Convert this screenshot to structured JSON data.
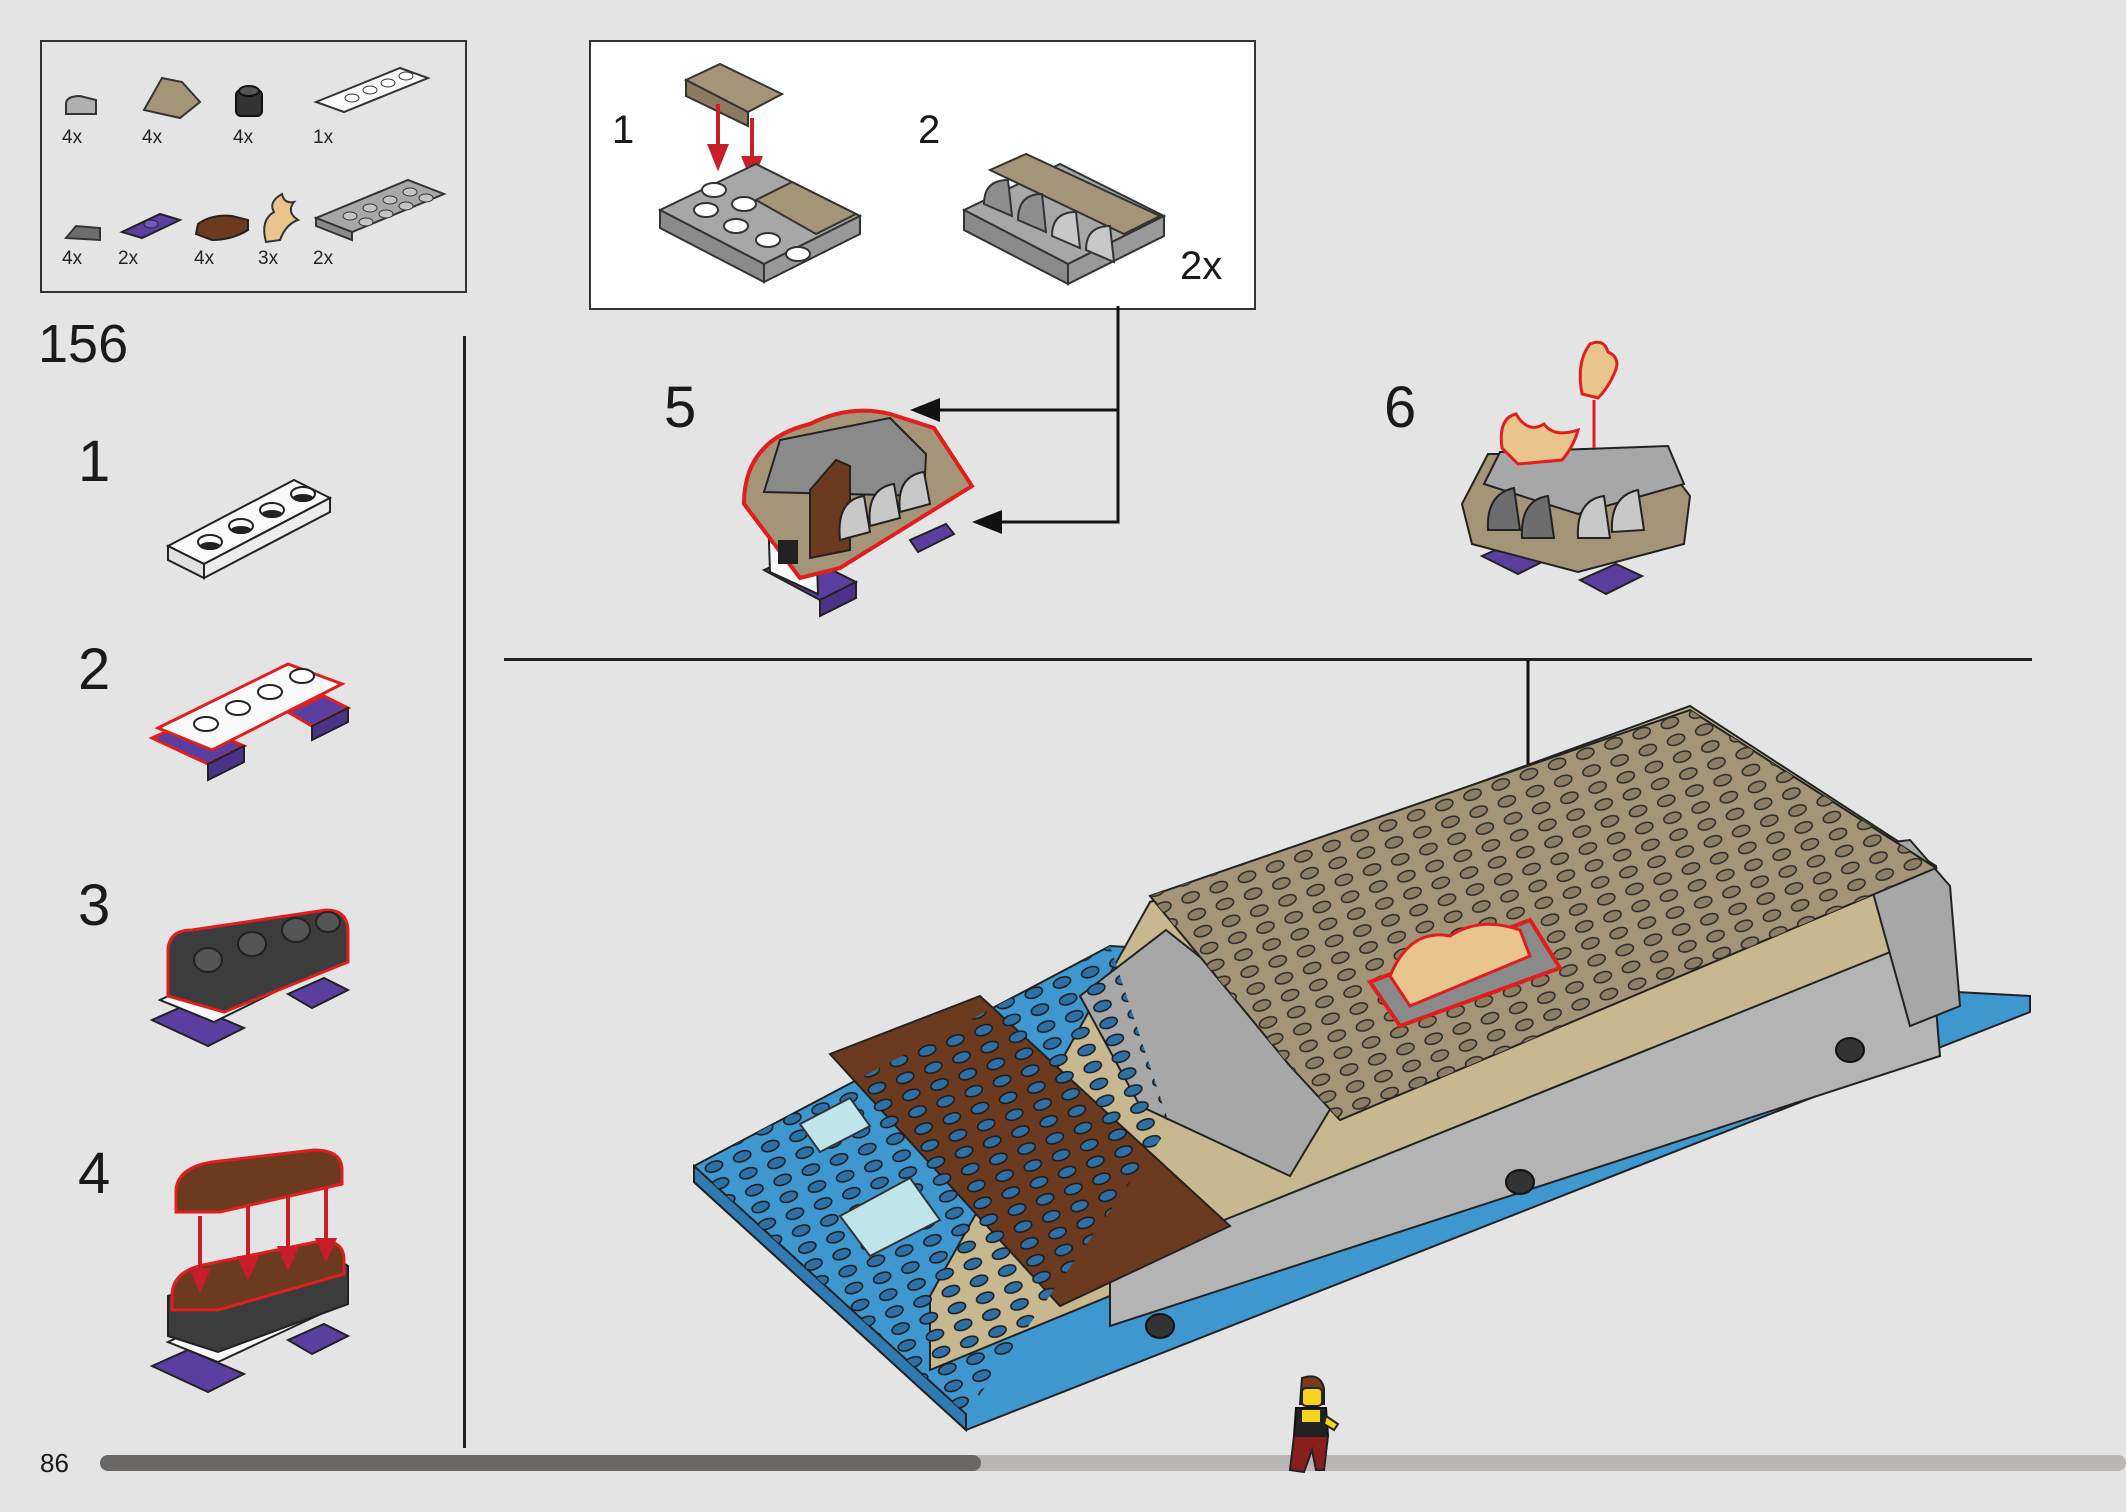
{
  "page": {
    "number": "86",
    "step": "156"
  },
  "progress": {
    "fraction": 0.435
  },
  "parts": [
    {
      "name": "light-bluish-gray-tile-round",
      "qty": "4x"
    },
    {
      "name": "tan-slope",
      "qty": "4x"
    },
    {
      "name": "black-round-brick",
      "qty": "4x"
    },
    {
      "name": "white-plate-1x4",
      "qty": "1x"
    },
    {
      "name": "dark-gray-tile-quarter",
      "qty": "4x"
    },
    {
      "name": "purple-jumper-plate",
      "qty": "2x"
    },
    {
      "name": "reddish-brown-plate-round",
      "qty": "4x"
    },
    {
      "name": "tan-flame",
      "qty": "3x"
    },
    {
      "name": "light-gray-plate-2x4",
      "qty": "2x"
    }
  ],
  "substeps": [
    {
      "num": "1"
    },
    {
      "num": "2"
    },
    {
      "num": "3"
    },
    {
      "num": "4"
    },
    {
      "num": "5"
    },
    {
      "num": "6"
    }
  ],
  "callout": {
    "steps": [
      {
        "num": "1"
      },
      {
        "num": "2"
      }
    ],
    "multiplier": "2x"
  },
  "colors": {
    "tan": "#a59578",
    "tan_dark": "#7d6e55",
    "gray": "#a7a7a7",
    "gray_dark": "#6b6b6b",
    "blue": "#3f97cf",
    "brown": "#6c3a1e",
    "purple": "#5b3fa0",
    "red_outline": "#e01e1e",
    "arrow_red": "#c81e2a"
  }
}
